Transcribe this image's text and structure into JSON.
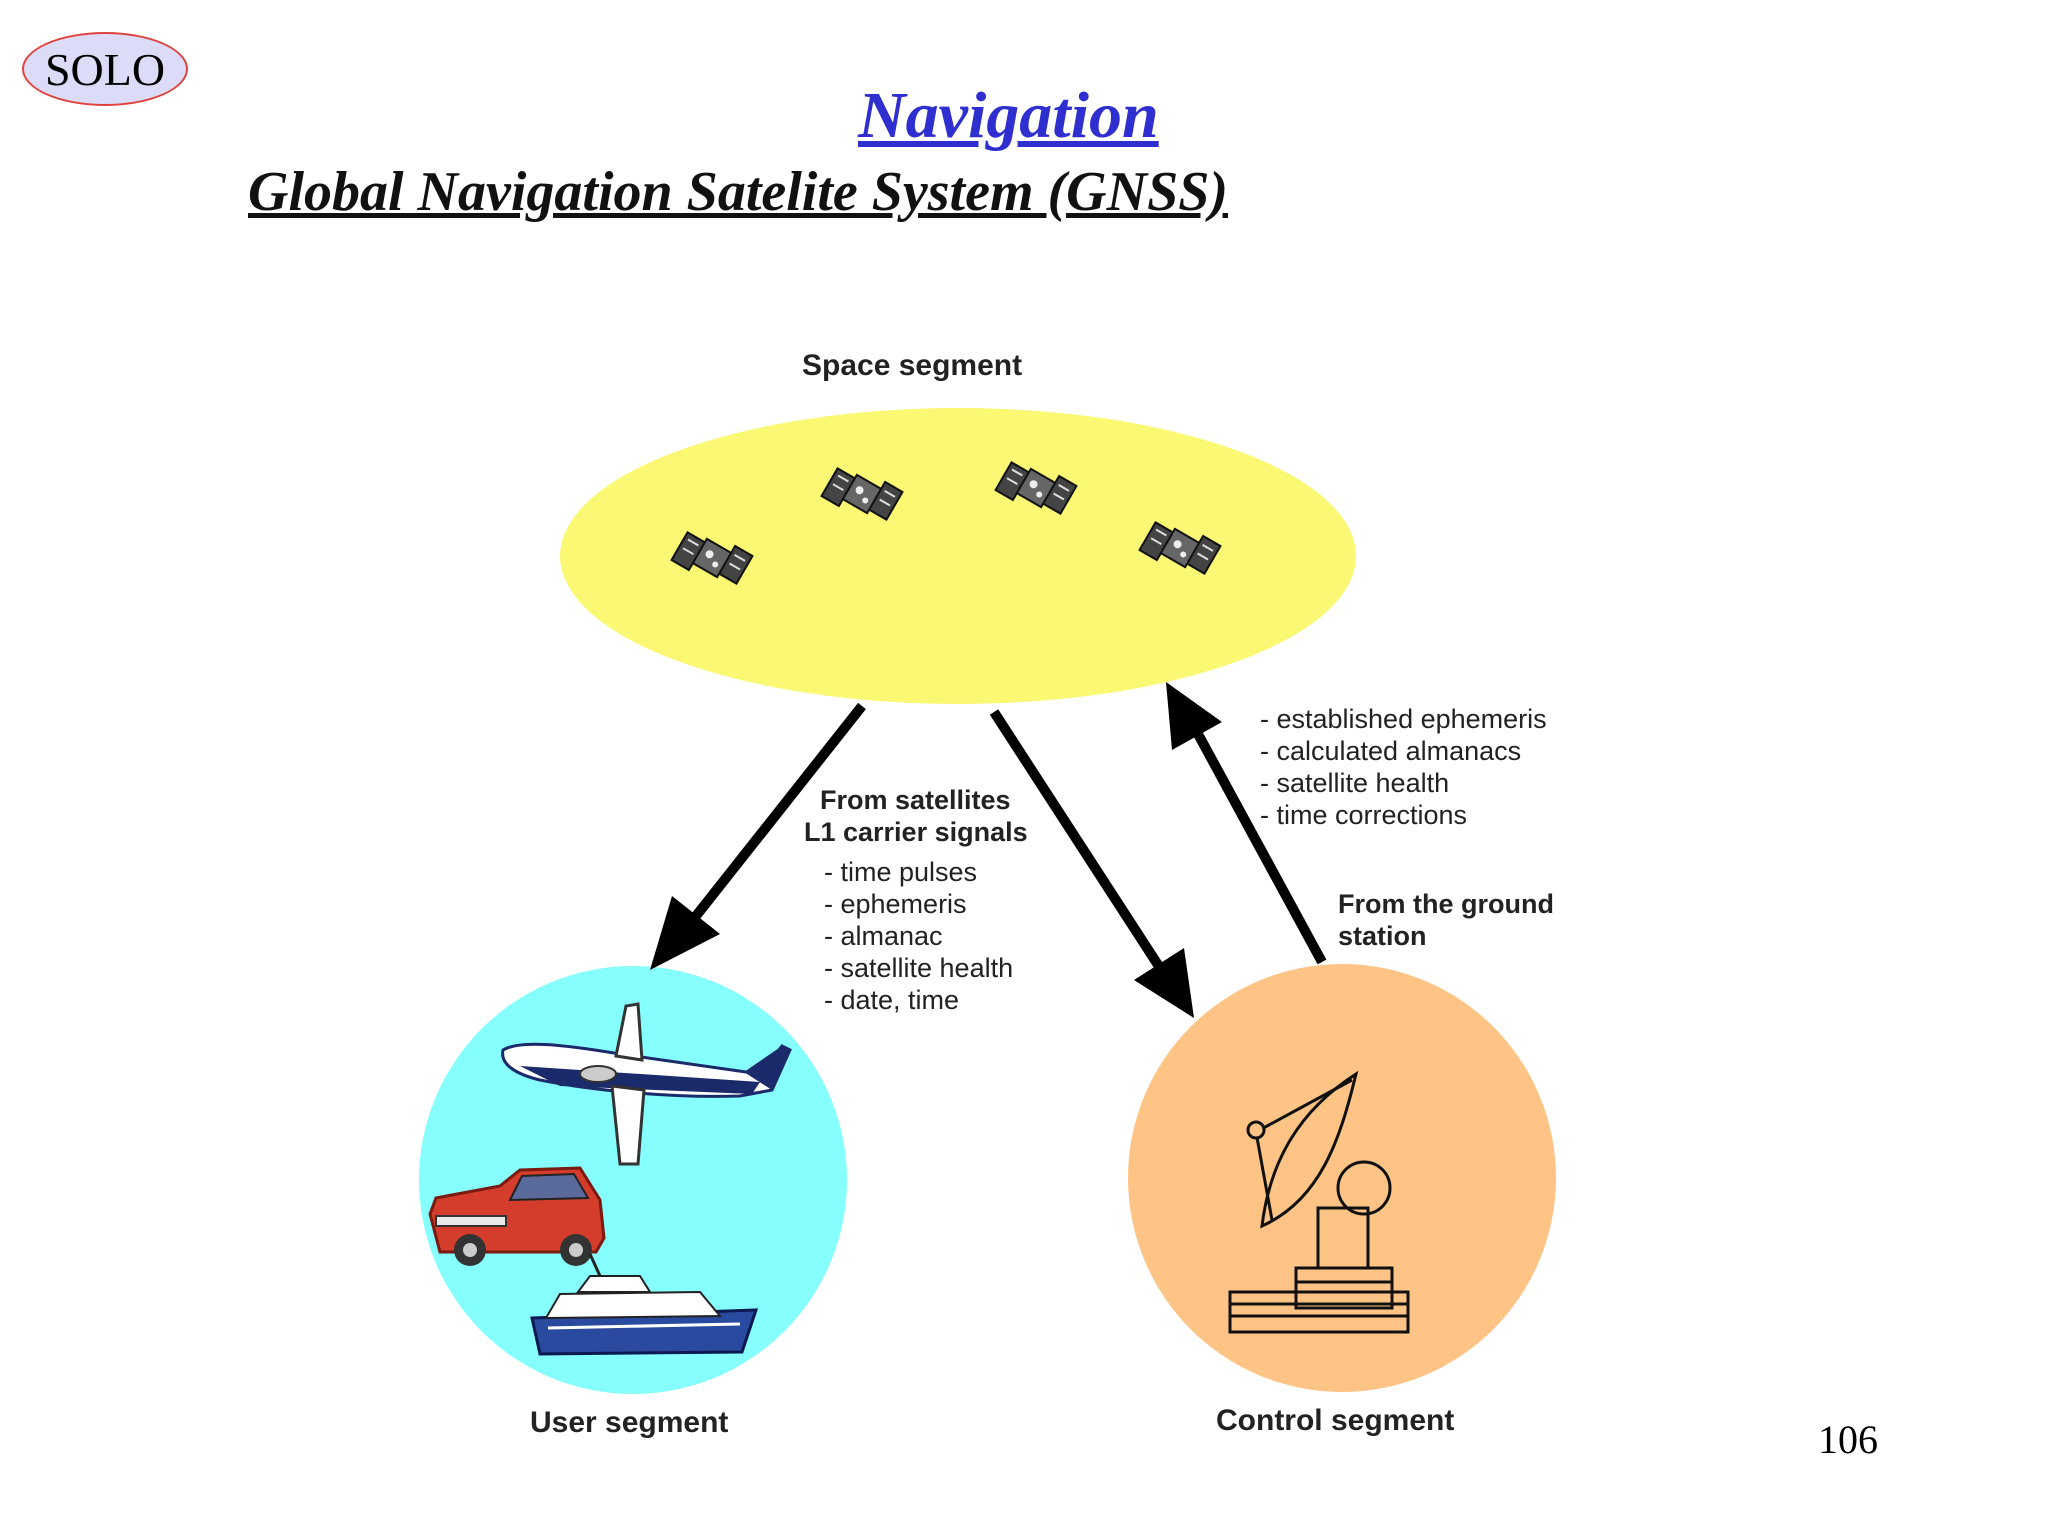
{
  "logo": {
    "text": "SOLO"
  },
  "title": "Navigation",
  "subtitle": "Global Navigation Satelite System (GNSS)",
  "page_number": "106",
  "diagram": {
    "space_segment": "Space segment",
    "user_segment": "User segment",
    "control_segment": "Control segment",
    "downlink": {
      "heading_1": "From satellites",
      "heading_2": "L1 carrier signals",
      "items": [
        "- time pulses",
        "- ephemeris",
        "- almanac",
        "- satellite health",
        "- date, time"
      ]
    },
    "uplink": {
      "items": [
        "- established ephemeris",
        "- calculated almanacs",
        "- satellite health",
        "- time corrections"
      ],
      "source_1": "From the ground",
      "source_2": "station"
    },
    "colors": {
      "space": "#fbf874",
      "user": "#86fefe",
      "control": "#fdc486",
      "title": "#2f2fcf",
      "logo_border": "#e0413a"
    }
  }
}
